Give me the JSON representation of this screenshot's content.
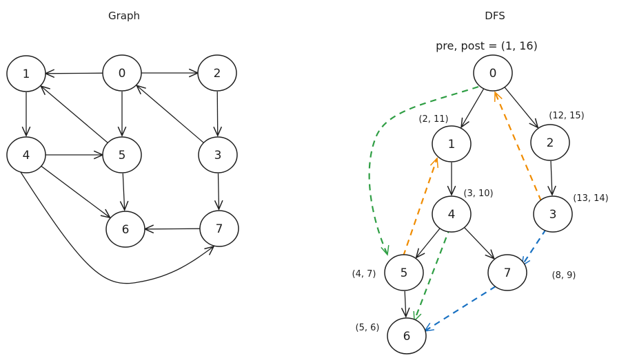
{
  "left_panel": {
    "title": "Graph",
    "nodes": [
      {
        "id": "0",
        "label": "0"
      },
      {
        "id": "1",
        "label": "1"
      },
      {
        "id": "2",
        "label": "2"
      },
      {
        "id": "3",
        "label": "3"
      },
      {
        "id": "4",
        "label": "4"
      },
      {
        "id": "5",
        "label": "5"
      },
      {
        "id": "6",
        "label": "6"
      },
      {
        "id": "7",
        "label": "7"
      }
    ],
    "edges": [
      {
        "from": "0",
        "to": "1"
      },
      {
        "from": "0",
        "to": "2"
      },
      {
        "from": "0",
        "to": "5"
      },
      {
        "from": "1",
        "to": "4"
      },
      {
        "from": "2",
        "to": "3"
      },
      {
        "from": "3",
        "to": "0"
      },
      {
        "from": "3",
        "to": "7"
      },
      {
        "from": "4",
        "to": "5"
      },
      {
        "from": "4",
        "to": "6"
      },
      {
        "from": "4",
        "to": "7"
      },
      {
        "from": "5",
        "to": "1"
      },
      {
        "from": "5",
        "to": "6"
      },
      {
        "from": "7",
        "to": "6"
      }
    ]
  },
  "right_panel": {
    "title": "DFS",
    "root_annotation": "pre, post = (1, 16)",
    "nodes": [
      {
        "id": "0",
        "label": "0",
        "prepost": "",
        "highlight": true
      },
      {
        "id": "1",
        "label": "1",
        "prepost": "(2, 11)"
      },
      {
        "id": "2",
        "label": "2",
        "prepost": "(12, 15)"
      },
      {
        "id": "3",
        "label": "3",
        "prepost": "(13, 14)"
      },
      {
        "id": "4",
        "label": "4",
        "prepost": "(3, 10)"
      },
      {
        "id": "5",
        "label": "5",
        "prepost": "(4, 7)"
      },
      {
        "id": "6",
        "label": "6",
        "prepost": "(5, 6)"
      },
      {
        "id": "7",
        "label": "7",
        "prepost": "(8, 9)"
      }
    ],
    "tree_edges": [
      {
        "from": "0",
        "to": "1"
      },
      {
        "from": "0",
        "to": "2"
      },
      {
        "from": "1",
        "to": "4"
      },
      {
        "from": "2",
        "to": "3"
      },
      {
        "from": "4",
        "to": "5"
      },
      {
        "from": "4",
        "to": "7"
      },
      {
        "from": "5",
        "to": "6"
      }
    ],
    "forward_edges": [
      {
        "from": "0",
        "to": "5"
      },
      {
        "from": "4",
        "to": "6"
      }
    ],
    "back_edges": [
      {
        "from": "5",
        "to": "1"
      },
      {
        "from": "3",
        "to": "0"
      }
    ],
    "cross_edges": [
      {
        "from": "3",
        "to": "7"
      },
      {
        "from": "7",
        "to": "6"
      }
    ],
    "colors": {
      "highlight_fill": "#ffec99",
      "forward": "#2f9e44",
      "back": "#f08c00",
      "cross": "#1971c2",
      "stroke": "#1e1e1e"
    }
  }
}
